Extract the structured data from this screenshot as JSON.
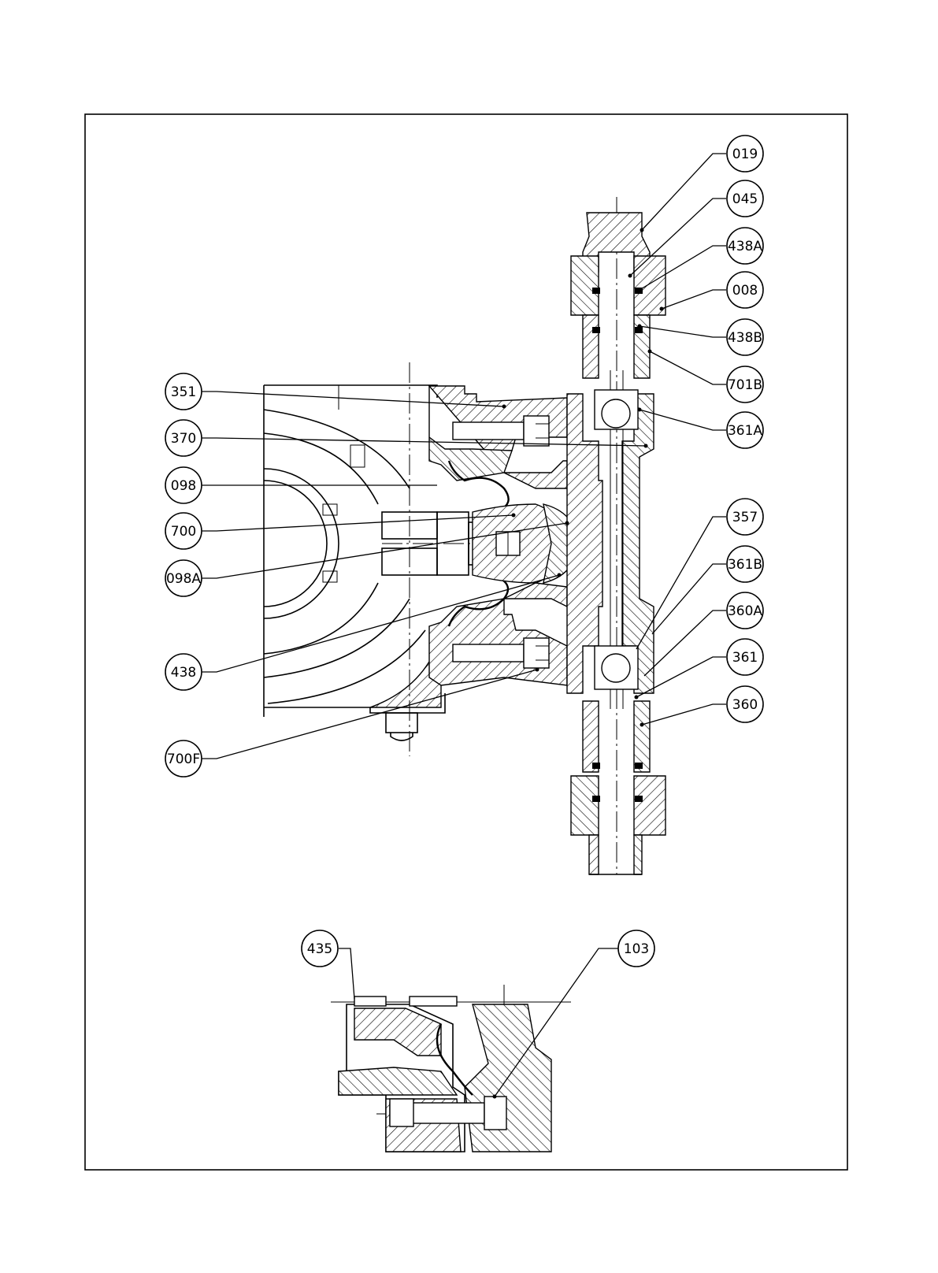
{
  "callouts": [
    {
      "label": "019"
    },
    {
      "label": "045"
    },
    {
      "label": "438A"
    },
    {
      "label": "008"
    },
    {
      "label": "438B"
    },
    {
      "label": "701B"
    },
    {
      "label": "361A"
    },
    {
      "label": "351"
    },
    {
      "label": "370"
    },
    {
      "label": "098"
    },
    {
      "label": "700"
    },
    {
      "label": "098A"
    },
    {
      "label": "357"
    },
    {
      "label": "361B"
    },
    {
      "label": "360A"
    },
    {
      "label": "361"
    },
    {
      "label": "360"
    },
    {
      "label": "438"
    },
    {
      "label": "700F"
    },
    {
      "label": "435"
    },
    {
      "label": "103"
    }
  ]
}
